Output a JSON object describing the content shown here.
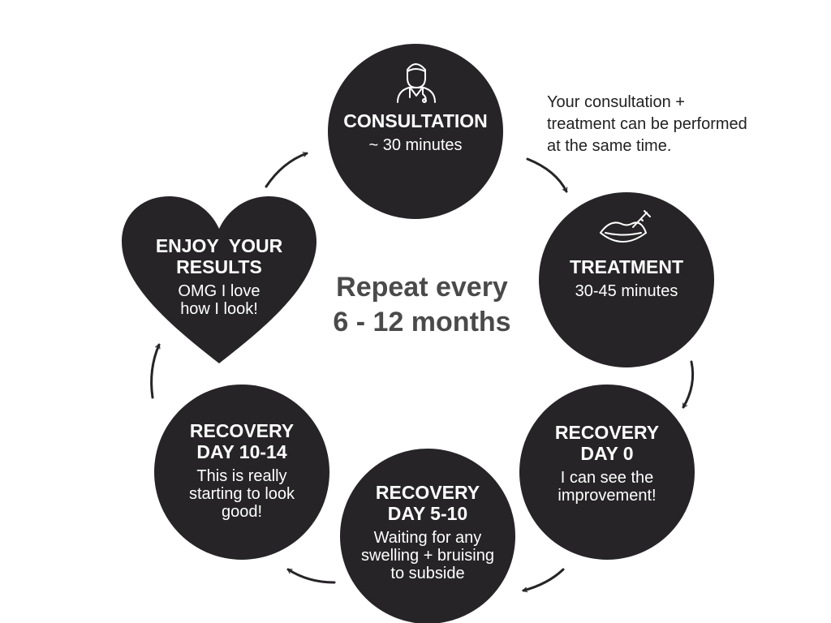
{
  "colors": {
    "node_fill": "#262427",
    "node_text": "#ffffff",
    "center_text": "#4a4a4a",
    "note_text": "#222222",
    "arrow": "#262427"
  },
  "center_label": {
    "line1": "Repeat every",
    "line2": "6 - 12 months"
  },
  "note": {
    "line1": "Your consultation +",
    "line2": "treatment can be performed",
    "line3": "at the same time."
  },
  "steps": {
    "consultation": {
      "title": "CONSULTATION",
      "desc": "~ 30 minutes",
      "icon": "doctor-icon"
    },
    "treatment": {
      "title": "TREATMENT",
      "desc": "30-45 minutes",
      "icon": "lips-injection-icon"
    },
    "recovery_0": {
      "title_line1": "RECOVERY",
      "title_line2": "DAY 0",
      "desc_line1": "I can see the",
      "desc_line2": "improvement!"
    },
    "recovery_5_10": {
      "title_line1": "RECOVERY",
      "title_line2": "DAY 5-10",
      "desc_line1": "Waiting for any",
      "desc_line2": "swelling + bruising",
      "desc_line3": "to subside"
    },
    "recovery_10_14": {
      "title_line1": "RECOVERY",
      "title_line2": "DAY 10-14",
      "desc_line1": "This is really",
      "desc_line2": "starting to look",
      "desc_line3": "good!"
    },
    "enjoy": {
      "title_line1": "ENJOY  YOUR",
      "title_line2": "RESULTS",
      "desc_line1": "OMG I love",
      "desc_line2": "how I look!",
      "shape": "heart"
    }
  }
}
